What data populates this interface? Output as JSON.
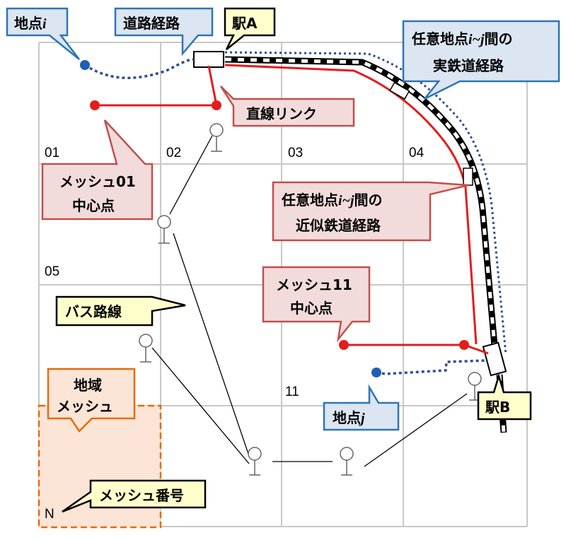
{
  "colors": {
    "grid": "#c8c8c8",
    "rail_red": "#e31d1d",
    "dotted_blue": "#2f4f8f",
    "point_blue": "#1f5fb0",
    "callout_blue_bg": "#dce6f2",
    "callout_blue_border": "#2e75b6",
    "callout_red_bg": "#f2dcdb",
    "callout_red_border": "#c0504d",
    "callout_yellow_bg": "#ffffcc",
    "callout_orange_bg": "#fbe5d6",
    "callout_orange_border": "#e46c0a",
    "mesh_fill": "#fce4d6"
  },
  "mesh_numbers": {
    "m01": "01",
    "m02": "02",
    "m03": "03",
    "m04": "04",
    "m05": "05",
    "m11": "11",
    "mN": "N"
  },
  "callouts": {
    "point_i": {
      "prefix": "地点",
      "var": "i"
    },
    "road_route": "道路経路",
    "station_a": "駅A",
    "actual_rail_route": {
      "line1_prefix": "任意地点",
      "line1_var": "i~j",
      "line1_suffix": "間の",
      "line2": "実鉄道経路"
    },
    "straight_link": "直線リンク",
    "mesh01_center": {
      "line1": "メッシュ01",
      "line2": "中心点"
    },
    "approx_rail_route": {
      "line1_prefix": "任意地点",
      "line1_var": "i~j",
      "line1_suffix": "間の",
      "line2": "近似鉄道経路"
    },
    "mesh11_center": {
      "line1": "メッシュ11",
      "line2": "中心点"
    },
    "bus_route": "バス路線",
    "regional_mesh": {
      "line1": "地域",
      "line2": "メッシュ"
    },
    "point_j": {
      "prefix": "地点",
      "var": "j"
    },
    "station_b": "駅B",
    "mesh_number": "メッシュ番号"
  }
}
